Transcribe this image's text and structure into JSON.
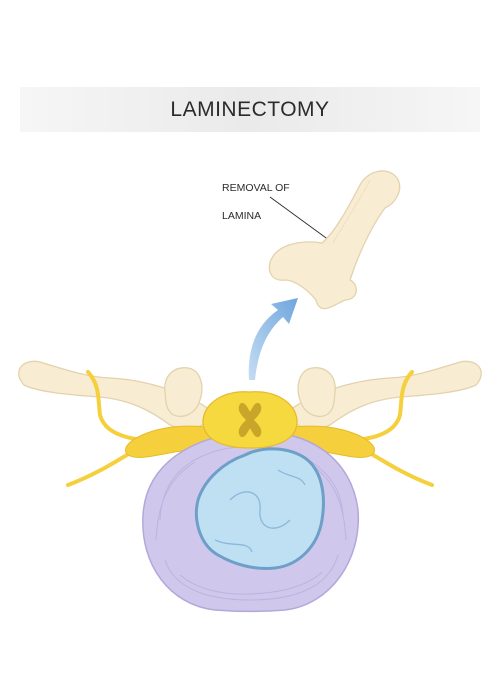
{
  "title": "LAMINECTOMY",
  "callout": {
    "line1": "REMOVAL OF",
    "line2": "LAMINA"
  },
  "colors": {
    "bone_fill": "#f8ecd3",
    "bone_stroke": "#e3d2ad",
    "nerve": "#f5cf3c",
    "spinal_cord": "#f6d93e",
    "cord_core": "#c9a529",
    "disc_outer": "#cfc8ec",
    "disc_stroke": "#b3a8d9",
    "herniation_fill": "#bfe0f3",
    "herniation_stroke": "#6e9fc8",
    "arrow": "#7aaee0"
  }
}
